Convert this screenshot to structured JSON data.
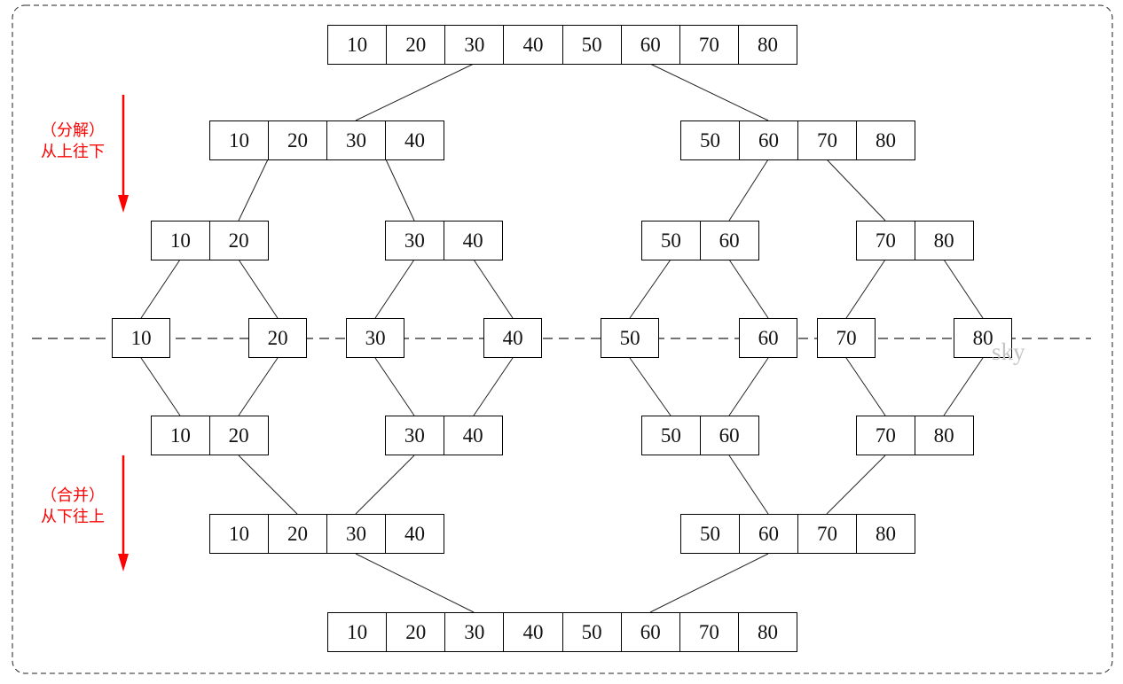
{
  "levels": [
    {
      "groups": [
        [
          10,
          20,
          30,
          40,
          50,
          60,
          70,
          80
        ]
      ]
    },
    {
      "groups": [
        [
          10,
          20,
          30,
          40
        ],
        [
          50,
          60,
          70,
          80
        ]
      ]
    },
    {
      "groups": [
        [
          10,
          20
        ],
        [
          30,
          40
        ],
        [
          50,
          60
        ],
        [
          70,
          80
        ]
      ]
    },
    {
      "groups": [
        [
          10
        ],
        [
          20
        ],
        [
          30
        ],
        [
          40
        ],
        [
          50
        ],
        [
          60
        ],
        [
          70
        ],
        [
          80
        ]
      ]
    },
    {
      "groups": [
        [
          10,
          20
        ],
        [
          30,
          40
        ],
        [
          50,
          60
        ],
        [
          70,
          80
        ]
      ]
    },
    {
      "groups": [
        [
          10,
          20,
          30,
          40
        ],
        [
          50,
          60,
          70,
          80
        ]
      ]
    },
    {
      "groups": [
        [
          10,
          20,
          30,
          40,
          50,
          60,
          70,
          80
        ]
      ]
    }
  ],
  "annotations": {
    "decompose": {
      "title": "（分解）",
      "subtitle": "从上往下"
    },
    "merge": {
      "title": "（合并）",
      "subtitle": "从下往上"
    }
  },
  "watermark": "sky",
  "colors": {
    "annotation": "#ff0000",
    "border": "#000000",
    "watermark": "#c4c4c4"
  }
}
